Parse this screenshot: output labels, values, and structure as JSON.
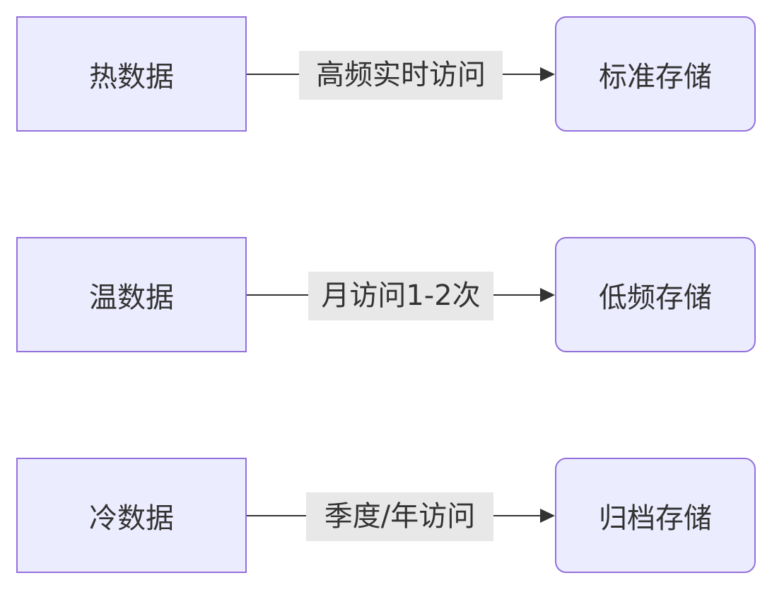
{
  "colors": {
    "node_fill": "#ECECFF",
    "node_border": "#9370DB",
    "text": "#333333",
    "edge": "#333333",
    "edge_label_bg": "#E8E8E8"
  },
  "rows": [
    {
      "source": "热数据",
      "label": "高频实时访问",
      "target": "标准存储"
    },
    {
      "source": "温数据",
      "label": "月访问1-2次",
      "target": "低频存储"
    },
    {
      "source": "冷数据",
      "label": "季度/年访问",
      "target": "归档存储"
    }
  ]
}
